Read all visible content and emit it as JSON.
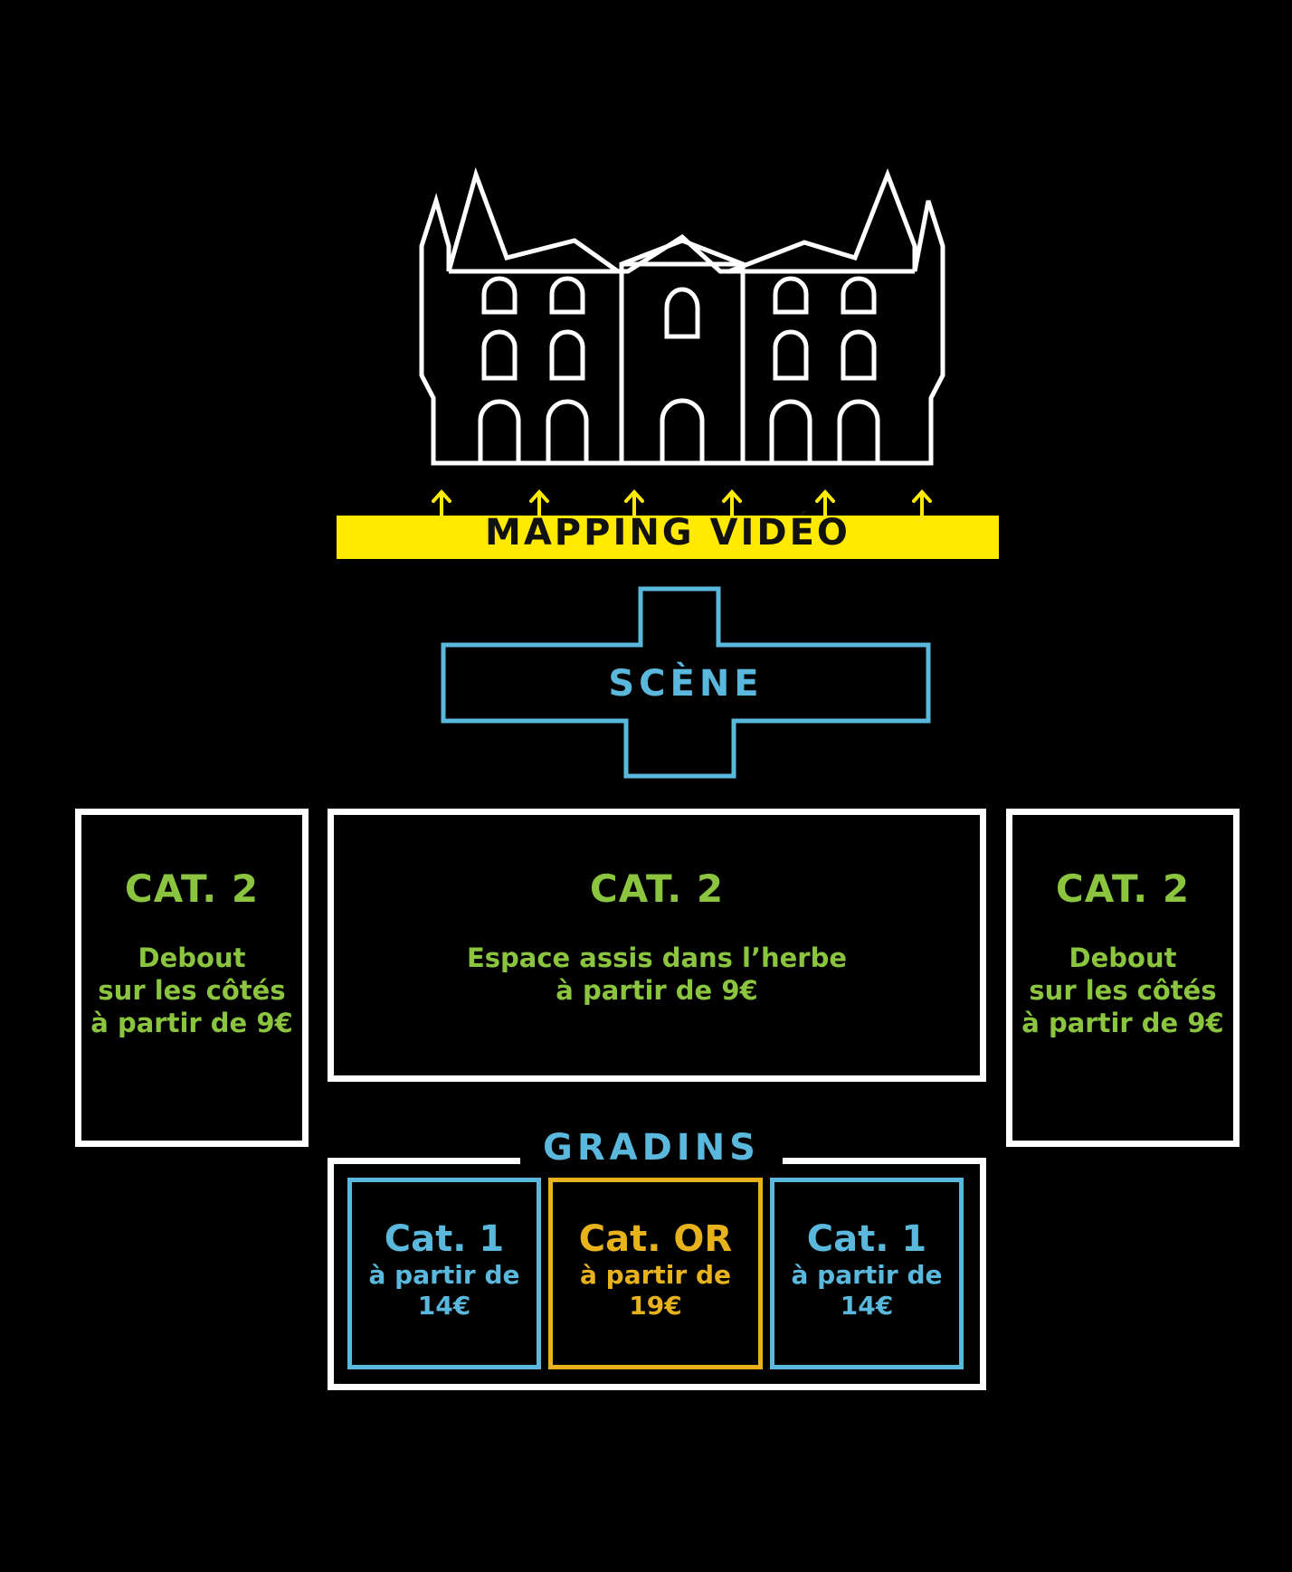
{
  "mapping": {
    "label": "MAPPING VIDÉO"
  },
  "scene": {
    "label": "SCÈNE"
  },
  "zones": {
    "left": {
      "title": "CAT. 2",
      "lines": [
        "Debout",
        "sur les côtés",
        "à partir de 9€"
      ]
    },
    "center": {
      "title": "CAT. 2",
      "lines": [
        "Espace assis dans l’herbe",
        "à partir de 9€"
      ]
    },
    "right": {
      "title": "CAT. 2",
      "lines": [
        "Debout",
        "sur les côtés",
        "à partir de 9€"
      ]
    }
  },
  "gradins": {
    "label": "GRADINS",
    "left": {
      "title": "Cat. 1",
      "lines": [
        "à partir de",
        "14€"
      ]
    },
    "center": {
      "title": "Cat. OR",
      "lines": [
        "à partir de",
        "19€"
      ]
    },
    "right": {
      "title": "Cat. 1",
      "lines": [
        "à partir de",
        "14€"
      ]
    }
  },
  "colors": {
    "background": "#000000",
    "outline": "#ffffff",
    "mapping": "#ffea00",
    "scene": "#5bb8dd",
    "cat2": "#8bc53f",
    "cat1": "#5bb8dd",
    "cat_or": "#e8b21c"
  },
  "icons": [
    "castle-icon",
    "arrow-up-icon"
  ]
}
